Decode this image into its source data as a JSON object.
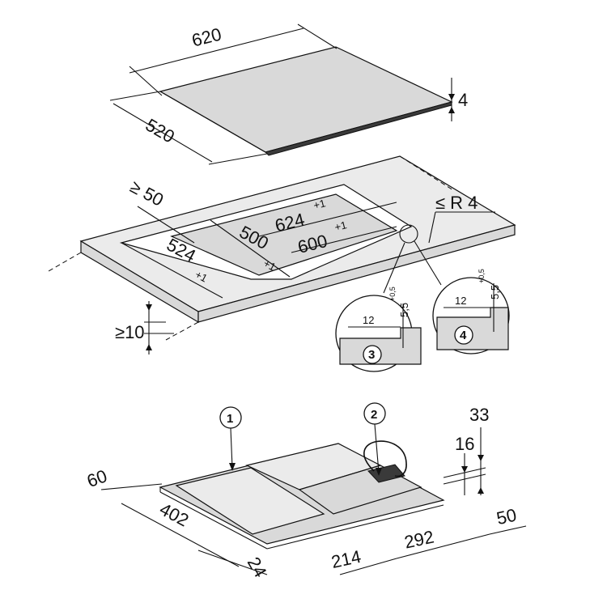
{
  "top_cooktop": {
    "width": "620",
    "depth": "520",
    "thickness": "4"
  },
  "worktop_cutout": {
    "min_edge_distance": "≥ 50",
    "corner_radius": "≤ R 4",
    "outer_width": "624",
    "outer_width_tol": "+1",
    "inner_width": "600",
    "inner_width_tol": "+1",
    "outer_depth": "524",
    "outer_depth_tol": "+1",
    "inner_depth": "500",
    "inner_depth_tol": "+1",
    "min_thickness": "≥10"
  },
  "detail_3": {
    "label": "3",
    "rebate_width": "12",
    "rebate_depth": "5,5",
    "tolerance": "+0,5"
  },
  "detail_4": {
    "label": "4",
    "rebate_width": "12",
    "rebate_depth": "5,5",
    "tolerance": "+0,5"
  },
  "bottom_unit": {
    "callout_1": "1",
    "callout_2": "2",
    "dim_60": "60",
    "dim_402": "402",
    "dim_24": "24",
    "dim_214": "214",
    "dim_292": "292",
    "dim_50": "50",
    "dim_16": "16",
    "dim_33": "33"
  }
}
